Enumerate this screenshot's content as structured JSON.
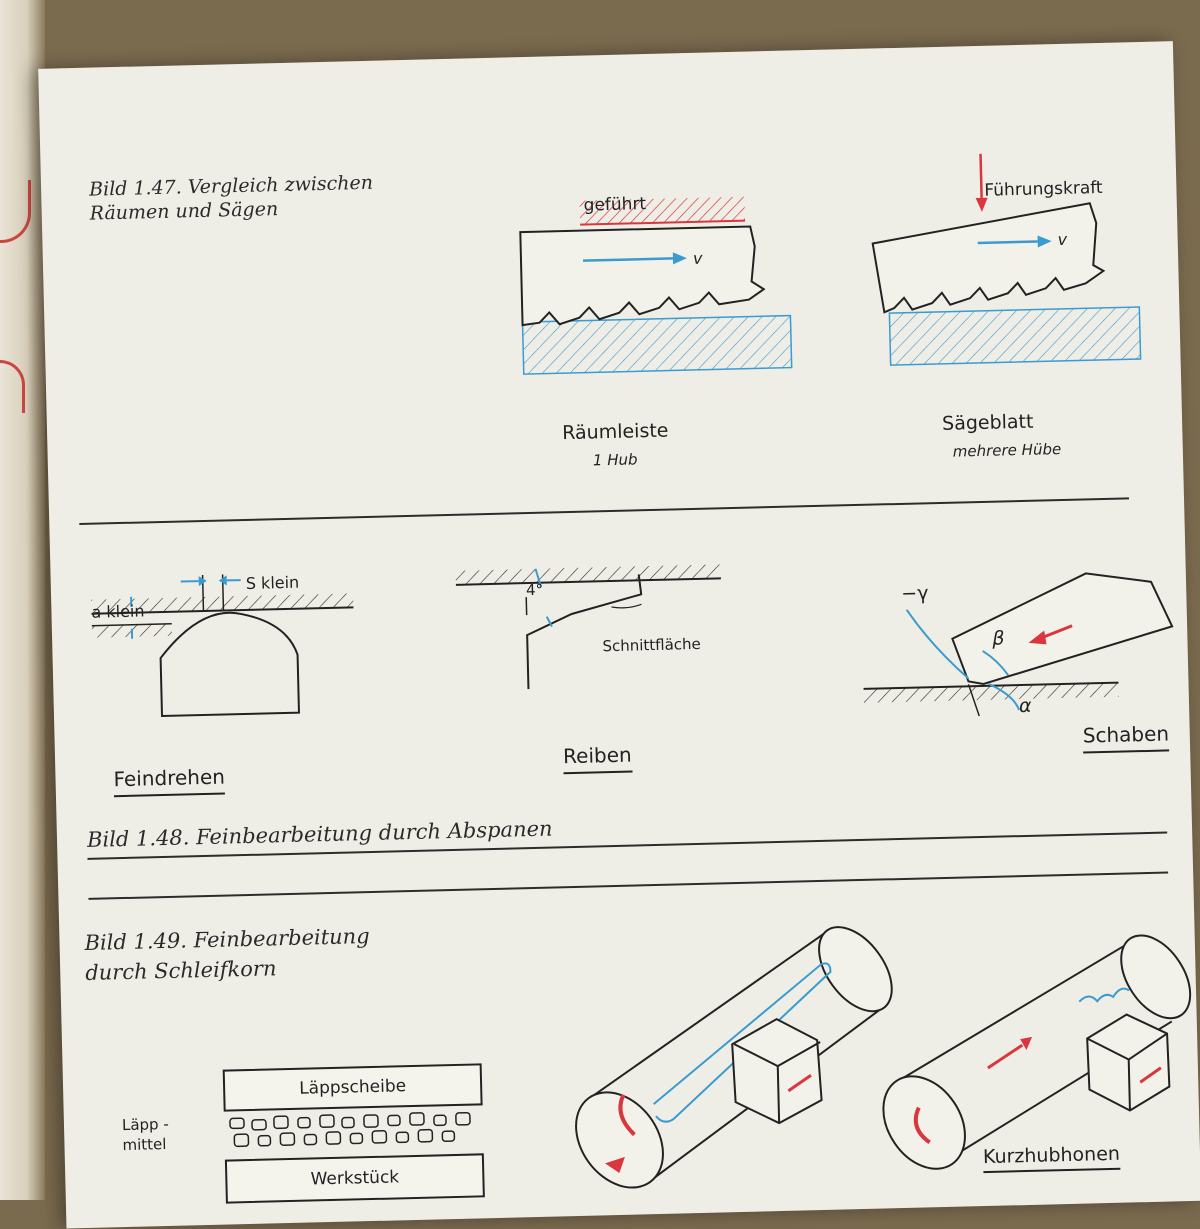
{
  "captions": {
    "bild147_line1": "Bild 1.47. Vergleich zwischen",
    "bild147_line2": "Räumen und Sägen",
    "bild148": "Bild 1.48. Feinbearbeitung durch Abspanen",
    "bild149_line1": "Bild 1.49. Feinbearbeitung",
    "bild149_line2": "durch Schleifkorn"
  },
  "fig147": {
    "label_gefuehrt": "geführt",
    "label_fuehrungskraft": "Führungskraft",
    "label_v": "v",
    "label_raeumleiste": "Räumleiste",
    "label_1hub": "1 Hub",
    "label_saegeblatt": "Sägeblatt",
    "label_mehrere_huebe": "mehrere Hübe"
  },
  "fig148": {
    "label_a_klein": "a klein",
    "label_s_klein": "S klein",
    "label_4deg": "4°",
    "label_schnittflaeche": "Schnittfläche",
    "label_gamma": "−γ",
    "label_beta": "β",
    "label_alpha": "α",
    "label_feindrehen": "Feindrehen",
    "label_reiben": "Reiben",
    "label_schaben": "Schaben"
  },
  "fig149": {
    "label_laeppscheibe": "Läppscheibe",
    "label_laeppmittel_1": "Läpp -",
    "label_laeppmittel_2": "mittel",
    "label_werkstueck": "Werkstück",
    "label_kurzhubhonen": "Kurzhubhonen"
  },
  "colors": {
    "accent_blue": "#3a9bd1",
    "accent_red": "#d9363e",
    "ink": "#2a2a2a"
  }
}
